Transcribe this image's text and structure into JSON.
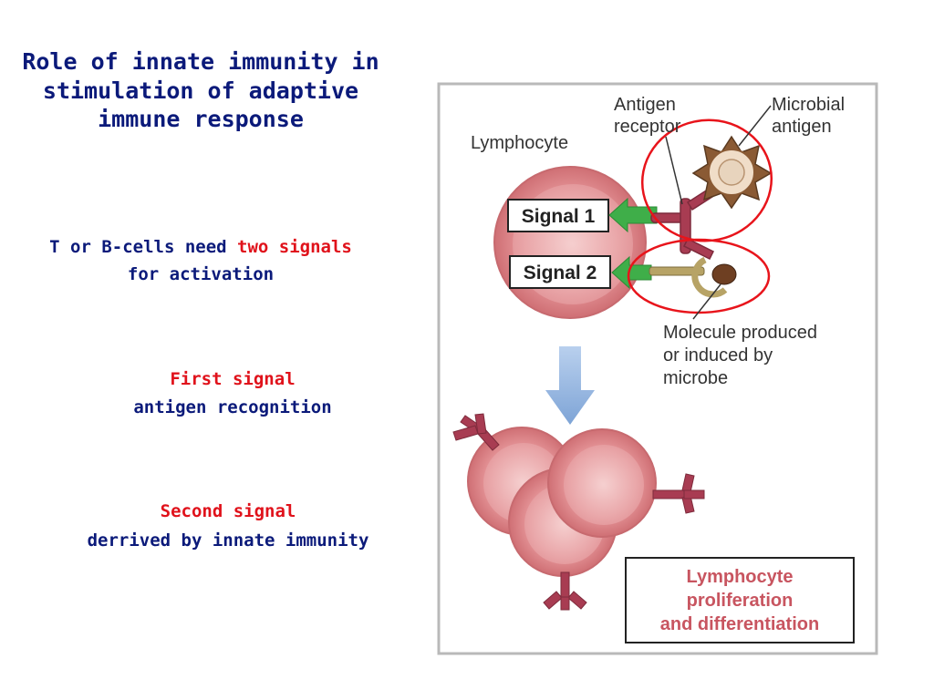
{
  "slide": {
    "title": "Role of innate immunity in stimulation of adaptive immune response",
    "subtitle": {
      "part1": "T or B-cells need ",
      "part2": "two signals",
      "part3": " for activation"
    },
    "first_signal": {
      "heading": "First signal",
      "text": "antigen recognition"
    },
    "second_signal": {
      "heading": "Second signal",
      "text": "derrived by innate immunity"
    }
  },
  "figure": {
    "lymphocyte_label": "Lymphocyte",
    "antigen_receptor_line1": "Antigen",
    "antigen_receptor_line2": "receptor",
    "microbial_antigen_line1": "Microbial",
    "microbial_antigen_line2": "antigen",
    "signal1_label": "Signal 1",
    "signal2_label": "Signal 2",
    "molecule_line1": "Molecule produced",
    "molecule_line2": "or induced by",
    "molecule_line3": "microbe",
    "result_line1": "Lymphocyte",
    "result_line2": "proliferation",
    "result_line3": "and differentiation"
  },
  "colors": {
    "title_blue": "#0b1a7a",
    "highlight_red": "#e0121b",
    "cell_pink": "#e89a9d",
    "receptor_maroon": "#a83c52",
    "arrow_green": "#3fae49",
    "arrow_blue": "#8fb3dd",
    "circle_red": "#e8141b"
  }
}
